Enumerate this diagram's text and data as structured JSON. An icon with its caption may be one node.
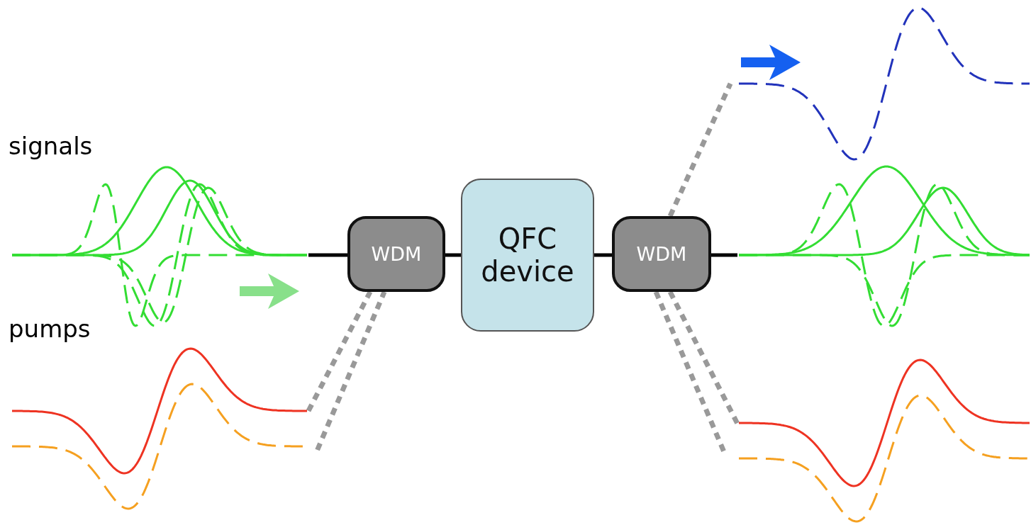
{
  "diagram": {
    "nodes": [
      {
        "text": [],
        "shape": "picture",
        "beside": [
          "signals"
        ]
      },
      {
        "text": [],
        "shape": "picture",
        "beside": [
          "pumps"
        ]
      },
      {
        "text": [
          "WDM"
        ]
      },
      {
        "text": [
          "QFC device"
        ]
      },
      {
        "text": [
          "WDM"
        ]
      },
      {
        "text": [],
        "shape": "picture"
      },
      {
        "text": [],
        "shape": "picture"
      },
      {
        "text": [],
        "shape": "picture"
      }
    ],
    "edges": [
      {
        "from": 0,
        "to": 2,
        "arrow": "none",
        "color": "#000000"
      },
      {
        "from": 1,
        "to": 2,
        "arrow": "none",
        "style": "dashed",
        "color": "#999999"
      },
      {
        "from": 1,
        "to": 2,
        "arrow": "none",
        "style": "dashed",
        "color": "#999999"
      },
      {
        "from": 2,
        "to": 3,
        "arrow": "none",
        "color": "#000000"
      },
      {
        "from": 3,
        "to": 4,
        "arrow": "none",
        "color": "#000000"
      },
      {
        "from": 4,
        "to": 5,
        "arrow": "none",
        "style": "dashed",
        "color": "#999999"
      },
      {
        "from": 4,
        "to": 6,
        "arrow": "none",
        "color": "#000000"
      },
      {
        "from": 4,
        "to": 7,
        "arrow": "none",
        "style": "dashed",
        "color": "#999999"
      },
      {
        "from": 4,
        "to": 7,
        "arrow": "none",
        "style": "dashed",
        "color": "#999999"
      }
    ]
  }
}
